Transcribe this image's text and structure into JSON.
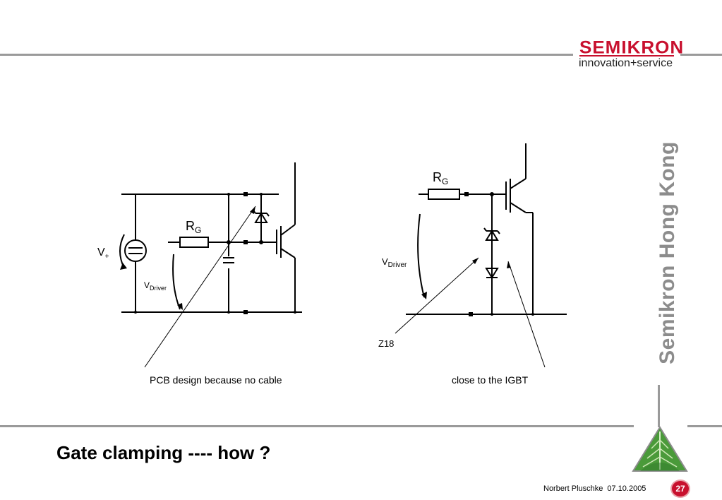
{
  "logo": {
    "brand": "SEMIKRON",
    "tagline": "innovation+service"
  },
  "side_title": "Semikron Hong Kong",
  "slide_title": "Gate clamping ---- how ?",
  "footer": {
    "author": "Norbert Pluschke",
    "date": "07.10.2005",
    "page_number": "27"
  },
  "diagram_left": {
    "resistor_label": "R",
    "resistor_sub": "G",
    "source_label": "V",
    "source_sub": "+",
    "driver_label": "V",
    "driver_sub": "Driver",
    "caption": "PCB design because no cable"
  },
  "diagram_right": {
    "resistor_label": "R",
    "resistor_sub": "G",
    "driver_label": "V",
    "driver_sub": "Driver",
    "zener_label": "Z18",
    "caption": "close to the IGBT"
  },
  "colors": {
    "brand_red": "#c8102e",
    "rule_gray": "#9a9a9a",
    "side_title_gray": "#8c8c8c",
    "leaf_green": "#4a9a3a"
  }
}
